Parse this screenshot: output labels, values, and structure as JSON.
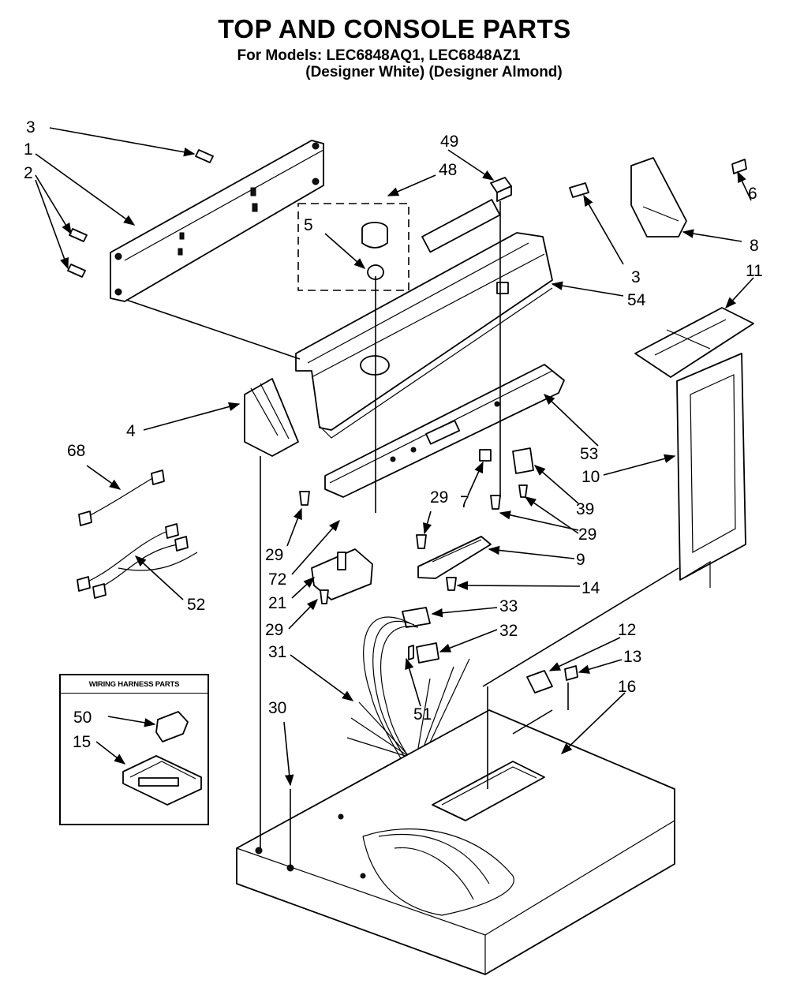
{
  "header": {
    "title": "TOP AND CONSOLE PARTS",
    "models_line": "For Models: LEC6848AQ1, LEC6848AZ1",
    "variants_line": "(Designer White)  (Designer Almond)"
  },
  "legend": {
    "title": "WIRING HARNESS PARTS"
  },
  "callouts": {
    "c1": "1",
    "c2": "2",
    "c3a": "3",
    "c3b": "3",
    "c4": "4",
    "c5": "5",
    "c6": "6",
    "c7": "7",
    "c8": "8",
    "c9": "9",
    "c10": "10",
    "c11": "11",
    "c12": "12",
    "c13": "13",
    "c14": "14",
    "c15": "15",
    "c16": "16",
    "c21": "21",
    "c29a": "29",
    "c29b": "29",
    "c29c": "29",
    "c29d": "29",
    "c30": "30",
    "c31": "31",
    "c32": "32",
    "c33": "33",
    "c39": "39",
    "c48": "48",
    "c49": "49",
    "c50": "50",
    "c51": "51",
    "c52": "52",
    "c53": "53",
    "c54": "54",
    "c68": "68",
    "c72": "72"
  }
}
